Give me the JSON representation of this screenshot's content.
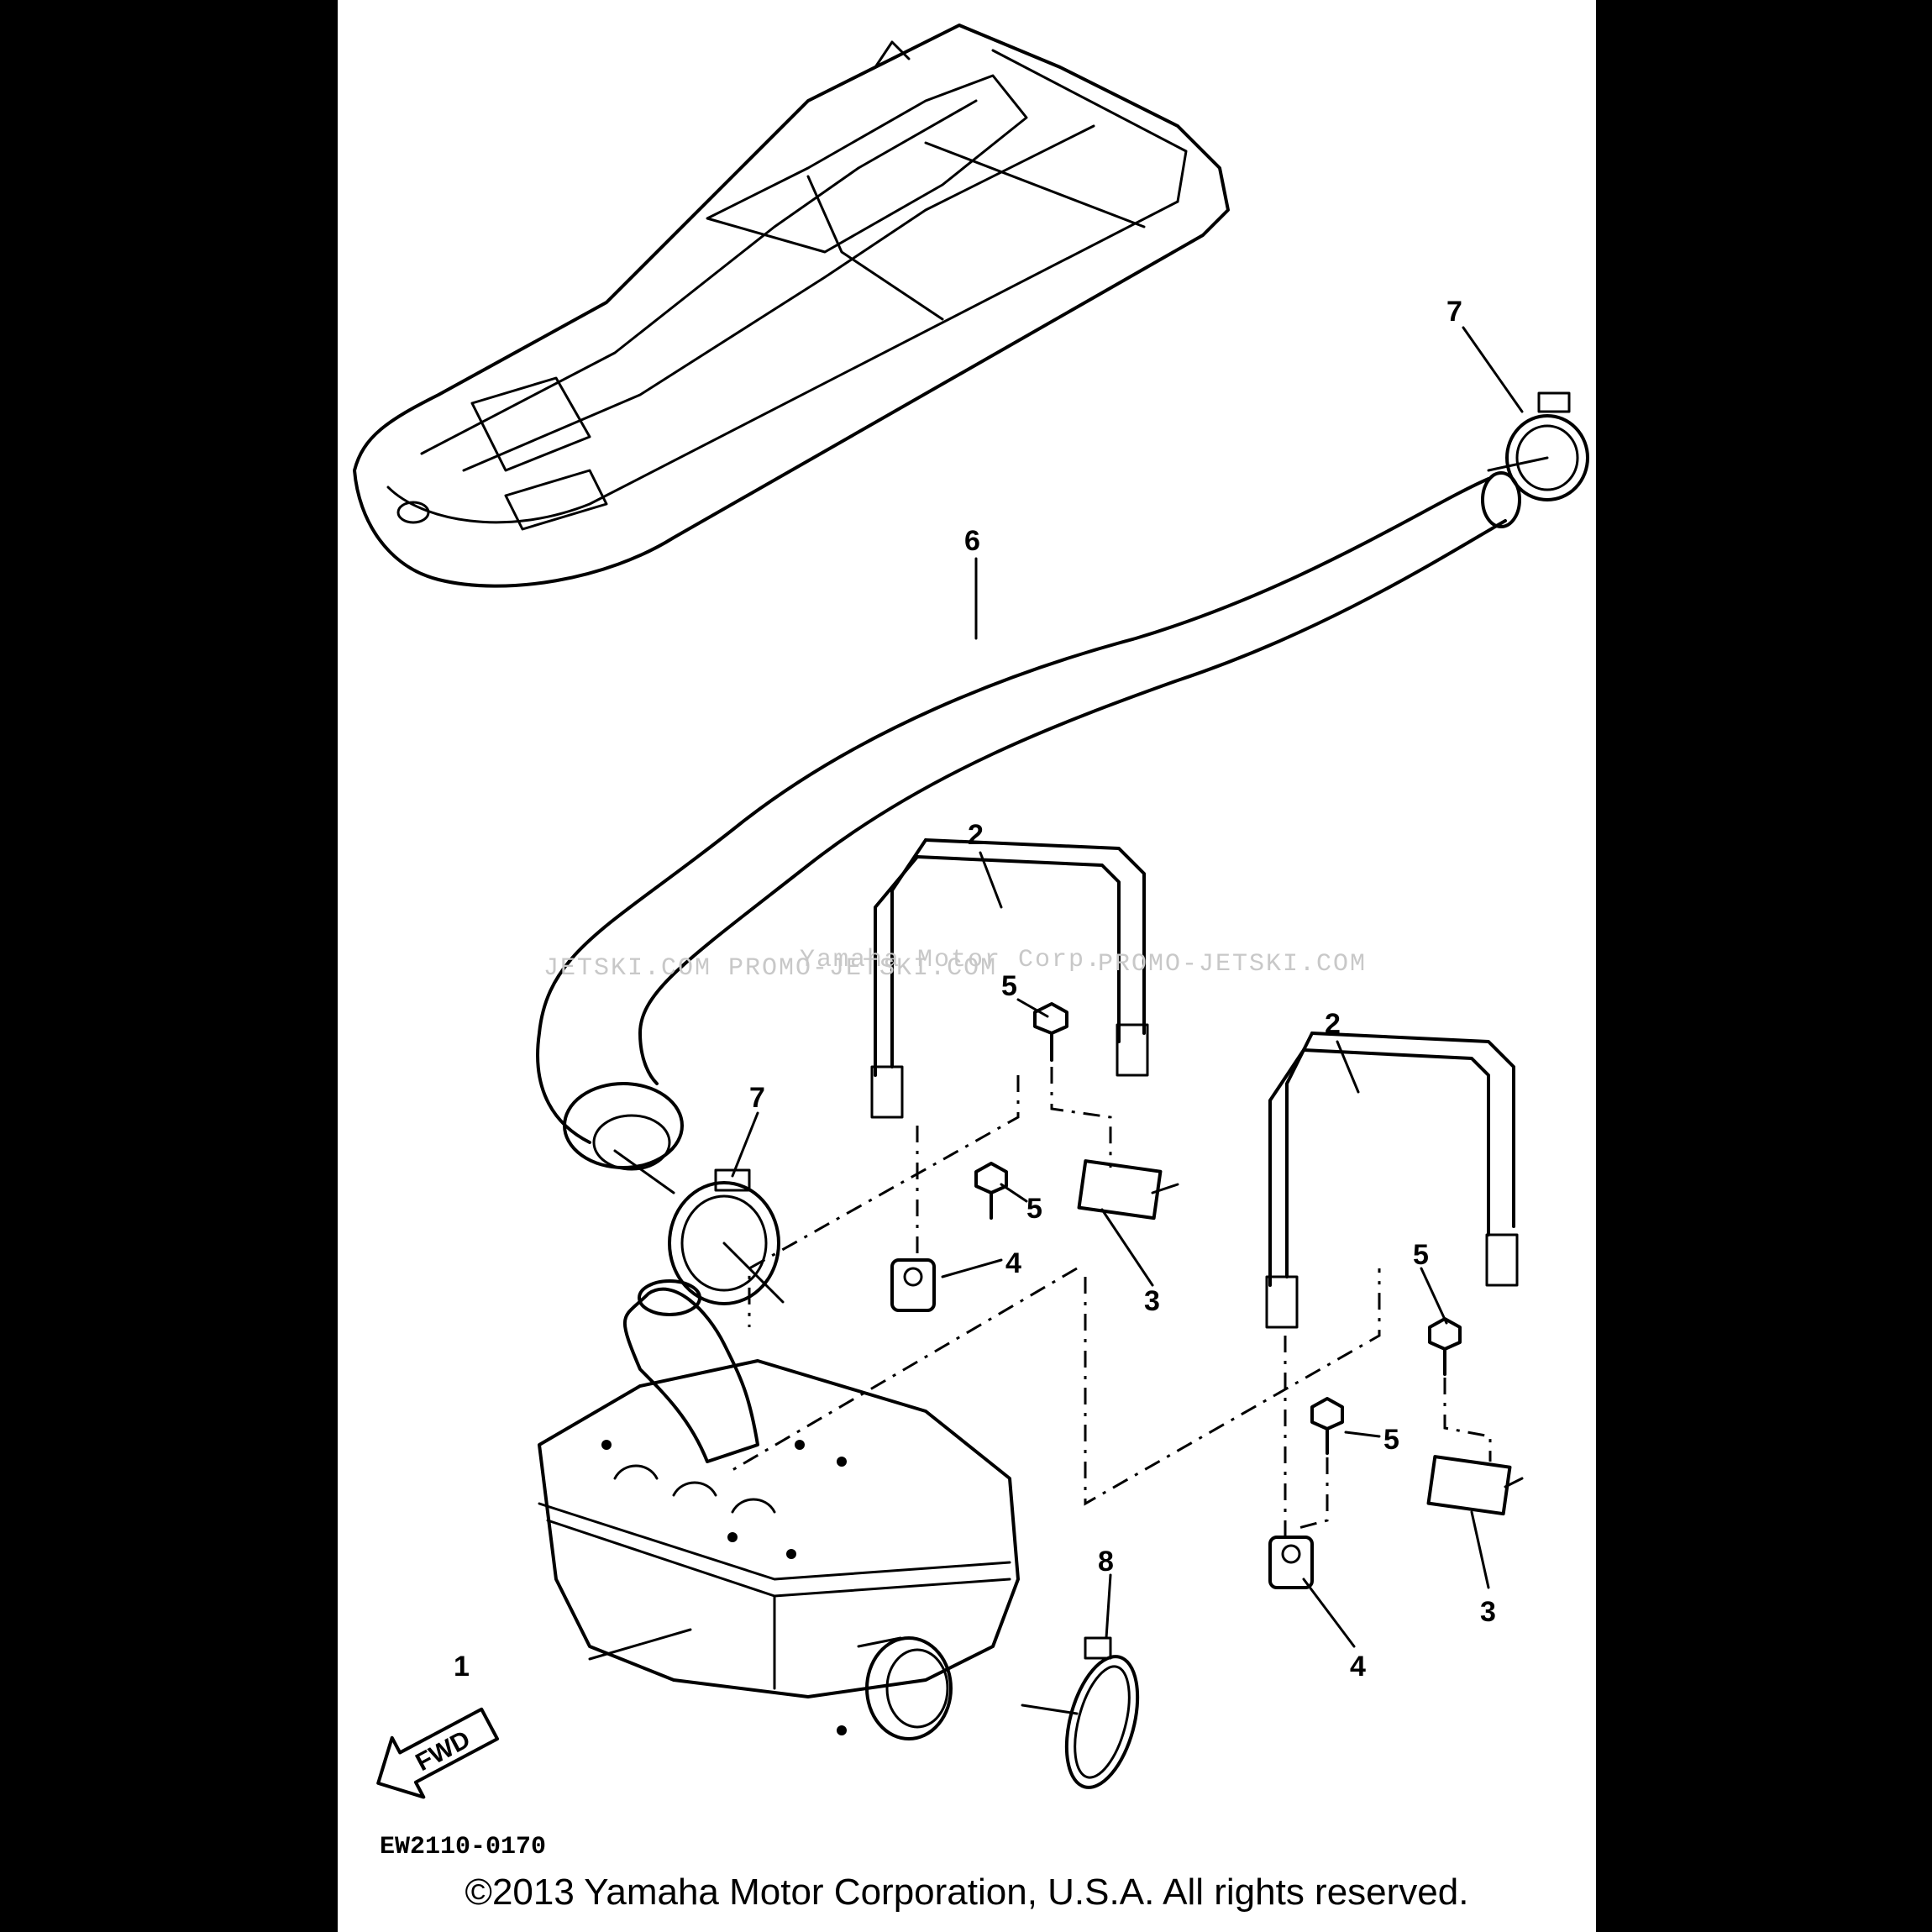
{
  "callouts": {
    "c1": "1",
    "c2a": "2",
    "c2b": "2",
    "c3a": "3",
    "c3b": "3",
    "c4a": "4",
    "c4b": "4",
    "c5a": "5",
    "c5b": "5",
    "c5c": "5",
    "c5d": "5",
    "c6": "6",
    "c7a": "7",
    "c7b": "7",
    "c8": "8"
  },
  "fwd_label": "FWD",
  "diagram_code": "EW2110-0170",
  "watermark": {
    "left": "JETSKI.COM  PROMO-JETSKI.COM",
    "center": "Yamaha Motor Corp.",
    "right": "PROMO-JETSKI.COM"
  },
  "copyright": "©2013 Yamaha Motor Corporation, U.S.A. All rights reserved.",
  "colors": {
    "background": "#000000",
    "sheet": "#ffffff",
    "ink": "#000000",
    "watermark": "#c8c8c8"
  }
}
